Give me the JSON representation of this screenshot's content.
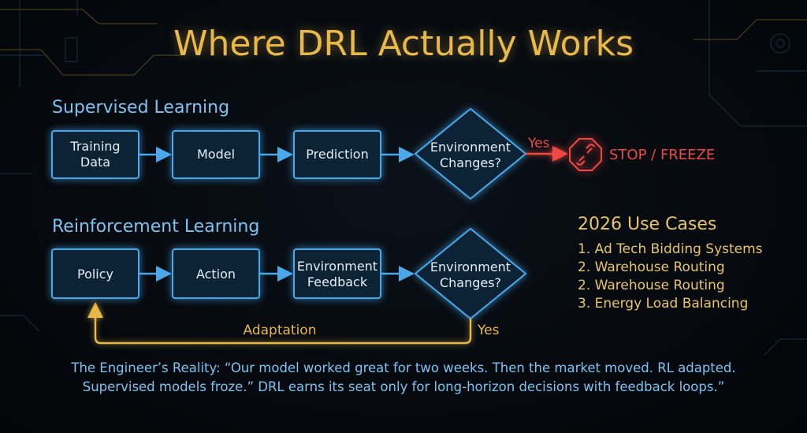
{
  "title": "Where DRL Actually Works",
  "supervised": {
    "label": "Supervised Learning",
    "steps": [
      "Training",
      "Data",
      "Model",
      "Prediction"
    ],
    "decision": [
      "Environment",
      "Changes?"
    ],
    "yes_label": "Yes",
    "outcome": "STOP / FREEZE"
  },
  "reinforcement": {
    "label": "Reinforcement Learning",
    "steps": [
      "Policy",
      "Action",
      "Environment",
      "Feedback"
    ],
    "decision": [
      "Environment",
      "Changes?"
    ],
    "loop_label": "Adaptation",
    "yes_label": "Yes"
  },
  "use_cases": {
    "title": "2026 Use Cases",
    "items": [
      "1. Ad Tech Bidding Systems",
      "2. Warehouse Routing",
      "2. Warehouse Routing",
      "3. Energy Load Balancing"
    ]
  },
  "footer": {
    "line1": "The Engineer’s Reality: “Our model worked great for two weeks. Then the market moved. RL adapted.",
    "line2": "Supervised models froze.” DRL earns its seat only for long-horizon decisions with feedback loops.”"
  },
  "colors": {
    "gold": "#e8b84a",
    "blue": "#4aa8e8",
    "label_blue": "#7cc4f0",
    "red": "#e8433f"
  }
}
